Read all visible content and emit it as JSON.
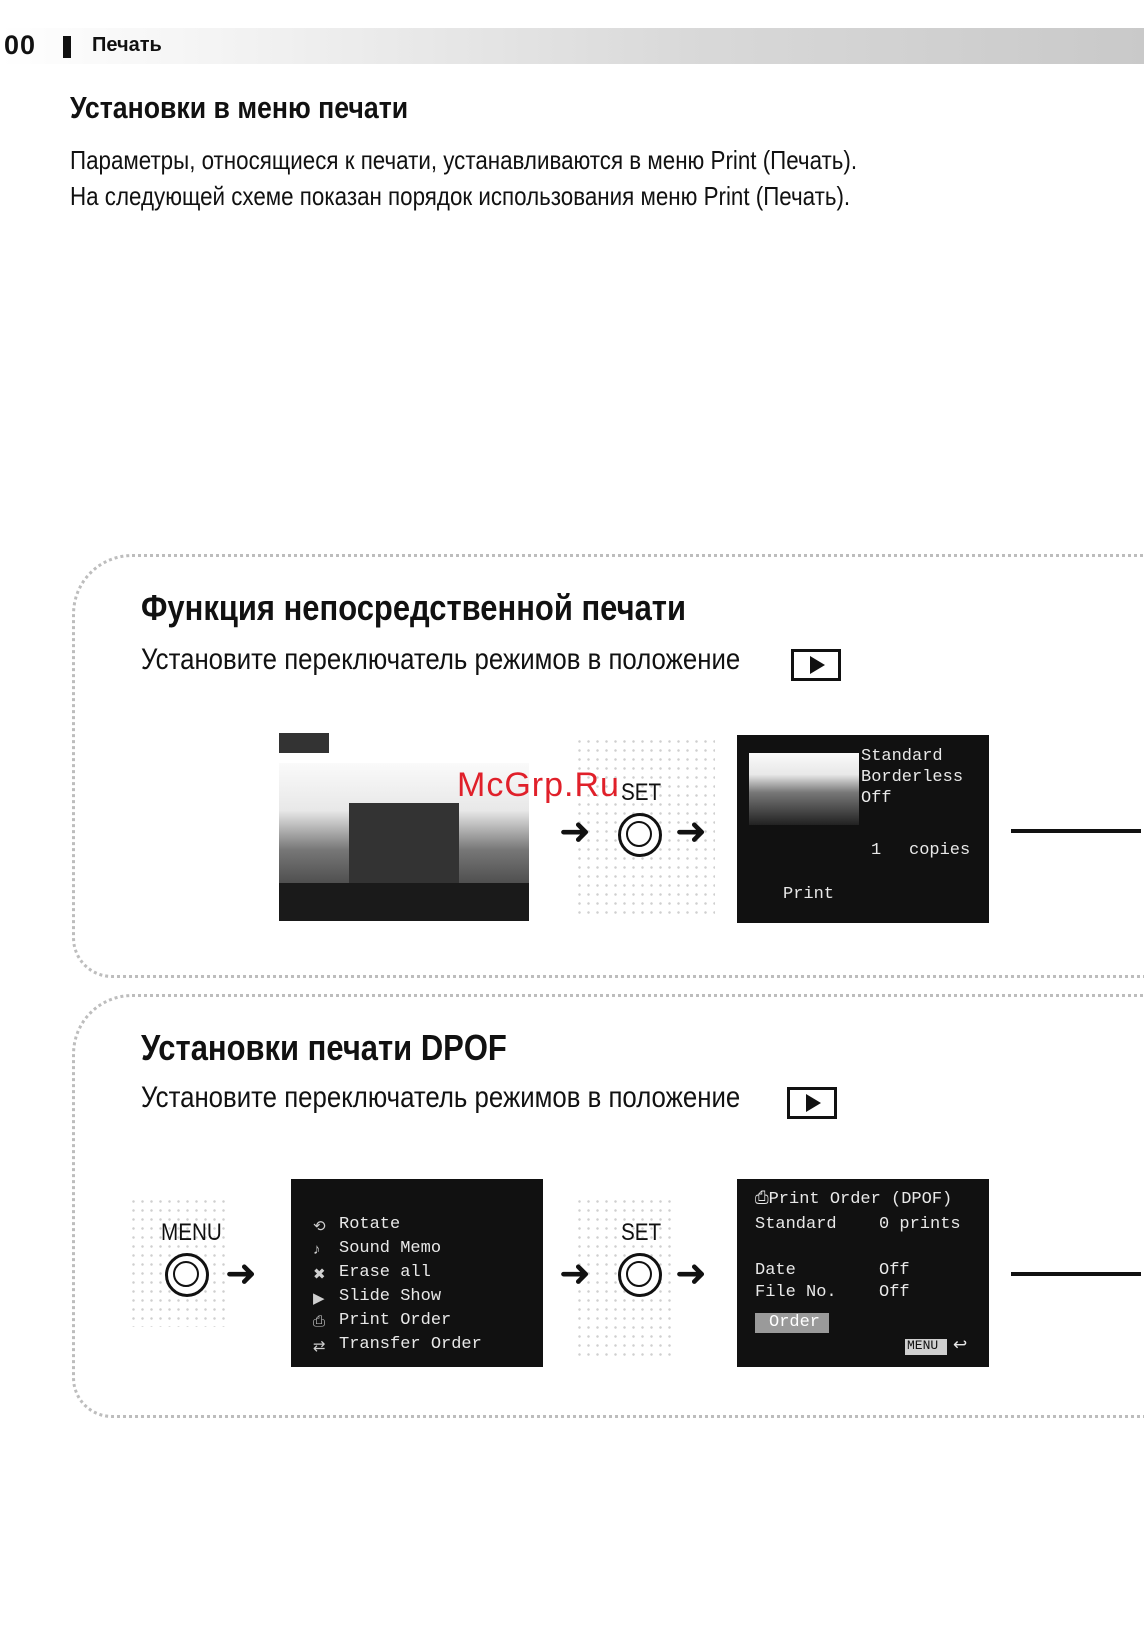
{
  "header": {
    "page_number": "00",
    "section": "Печать"
  },
  "title": "Установки в меню печати",
  "intro": [
    "Параметры, относящиеся к печати, устанавливаются в меню Print (Печать).",
    "На следующей схеме показан порядок использования меню Print (Печать)."
  ],
  "panels": [
    {
      "title": "Функция непосредственной печати",
      "instruction": "Установите переключатель режимов в положение",
      "set_label": "SET",
      "print_screen": {
        "options": [
          "Standard",
          "Borderless",
          "Off"
        ],
        "copies_value": "1",
        "copies_label": "copies",
        "print_button": "Print"
      }
    },
    {
      "title": "Установки печати DPOF",
      "instruction": "Установите переключатель режимов в положение",
      "menu_label": "MENU",
      "set_label": "SET",
      "menu_items": [
        "Rotate",
        "Sound Memo",
        "Erase all",
        "Slide Show",
        "Print Order",
        "Transfer Order"
      ],
      "dpof_screen": {
        "title": "Print Order (DPOF)",
        "rows": [
          {
            "label": "Standard",
            "value": "0 prints"
          },
          {
            "label": "Date",
            "value": "Off"
          },
          {
            "label": "File No.",
            "value": "Off"
          }
        ],
        "order_button": "Order",
        "menu_badge": "MENU"
      }
    }
  ],
  "watermark": "McGrp.Ru",
  "icons": {
    "play_mode": "play-icon",
    "arrow": "arrow-right-icon",
    "return": "return-icon"
  }
}
